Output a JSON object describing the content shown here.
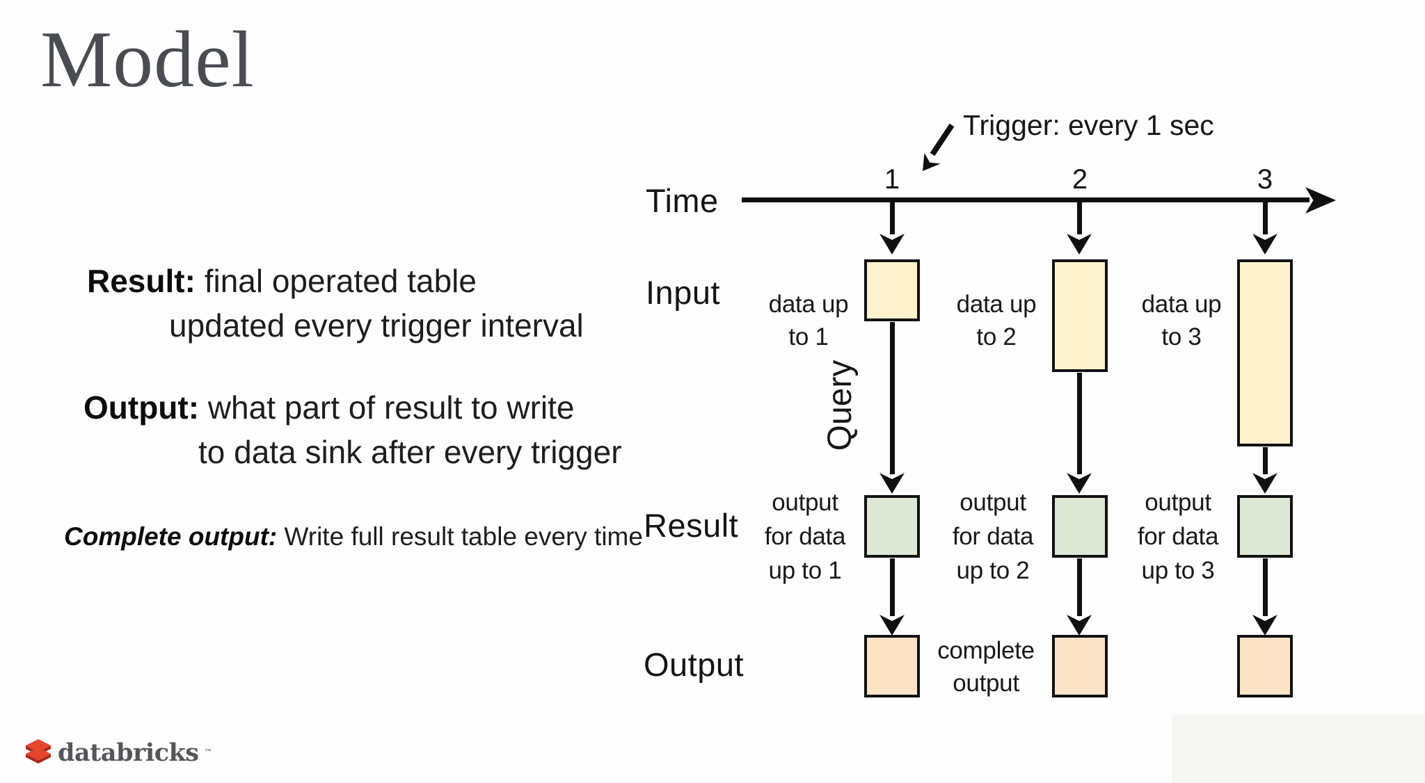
{
  "slide": {
    "title": "Model",
    "bullets": {
      "result_label": "Result:",
      "result_text1": "final operated table",
      "result_text2": "updated every trigger interval",
      "output_label": "Output:",
      "output_text1": "what part of result to write",
      "output_text2": "to data sink after every trigger",
      "complete_label": "Complete output:",
      "complete_text": "Write full result table every time"
    },
    "diagram": {
      "trigger_note": "Trigger: every 1 sec",
      "row_labels": {
        "time": "Time",
        "input": "Input",
        "result": "Result",
        "output": "Output"
      },
      "query_label": "Query",
      "complete_note_line1": "complete",
      "complete_note_line2": "output",
      "columns": [
        {
          "tick": "1",
          "input_line1": "data up",
          "input_line2": "to 1",
          "result_line1": "output",
          "result_line2": "for data",
          "result_line3": "up to 1"
        },
        {
          "tick": "2",
          "input_line1": "data up",
          "input_line2": "to 2",
          "result_line1": "output",
          "result_line2": "for data",
          "result_line3": "up to 2"
        },
        {
          "tick": "3",
          "input_line1": "data up",
          "input_line2": "to 3",
          "result_line1": "output",
          "result_line2": "for data",
          "result_line3": "up to 3"
        }
      ],
      "colors": {
        "input_fill": "#fdf2cc",
        "result_fill": "#dce8d3",
        "output_fill": "#fbe3c6",
        "stroke": "#111111",
        "logo_red": "#e8452e",
        "logo_dark_red": "#ac2b1e"
      }
    },
    "footer": {
      "brand": "databricks",
      "trademark": "™"
    }
  }
}
